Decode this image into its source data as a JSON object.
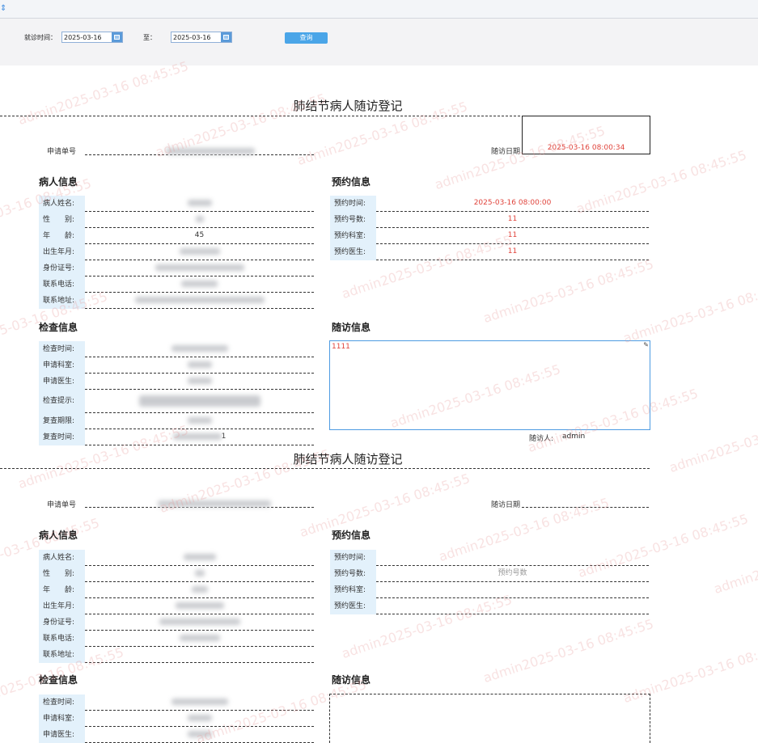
{
  "filter": {
    "from_label": "就诊时间：",
    "from_value": "2025-03-16",
    "to_label": "至：",
    "to_value": "2025-03-16",
    "query_label": "查询"
  },
  "watermark": "admin2025-03-16 08:45:55",
  "record1": {
    "title": "肺结节病人随访登记",
    "apply_no_label": "申请单号",
    "followup_date_label": "随访日期",
    "followup_date_value": "2025-03-16 08:00:34",
    "patient_head": "病人信息",
    "patient": [
      {
        "label": "病人姓名:",
        "value": ""
      },
      {
        "label": "性　　别:",
        "value": ""
      },
      {
        "label": "年　　龄:",
        "value": "45"
      },
      {
        "label": "出生年月:",
        "value": ""
      },
      {
        "label": "身份证号:",
        "value": ""
      },
      {
        "label": "联系电话:",
        "value": ""
      },
      {
        "label": "联系地址:",
        "value": ""
      }
    ],
    "appoint_head": "预约信息",
    "appoint": [
      {
        "label": "预约时间:",
        "value": "2025-03-16 08:00:00"
      },
      {
        "label": "预约号数:",
        "value": "11"
      },
      {
        "label": "预约科室:",
        "value": "11"
      },
      {
        "label": "预约医生:",
        "value": "11"
      }
    ],
    "exam_head": "检查信息",
    "exam": [
      {
        "label": "检查时间:",
        "value": ""
      },
      {
        "label": "申请科室:",
        "value": ""
      },
      {
        "label": "申请医生:",
        "value": ""
      },
      {
        "label": "检查提示:",
        "value": ""
      },
      {
        "label": "复查期限:",
        "value": ""
      },
      {
        "label": "复查时间:",
        "value": "1"
      }
    ],
    "followup_head": "随访信息",
    "followup_text": "1111",
    "followup_by_label": "随访人:",
    "followup_by_value": "admin"
  },
  "record2": {
    "title": "肺结节病人随访登记",
    "apply_no_label": "申请单号",
    "followup_date_label": "随访日期",
    "patient_head": "病人信息",
    "patient": [
      {
        "label": "病人姓名:",
        "value": ""
      },
      {
        "label": "性　　别:",
        "value": ""
      },
      {
        "label": "年　　龄:",
        "value": ""
      },
      {
        "label": "出生年月:",
        "value": ""
      },
      {
        "label": "身份证号:",
        "value": ""
      },
      {
        "label": "联系电话:",
        "value": ""
      },
      {
        "label": "联系地址:",
        "value": ""
      }
    ],
    "appoint_head": "预约信息",
    "appoint": [
      {
        "label": "预约时间:",
        "value": ""
      },
      {
        "label": "预约号数:",
        "value": "预约号数"
      },
      {
        "label": "预约科室:",
        "value": ""
      },
      {
        "label": "预约医生:",
        "value": ""
      }
    ],
    "exam_head": "检查信息",
    "exam": [
      {
        "label": "检查时间:",
        "value": ""
      },
      {
        "label": "申请科室:",
        "value": ""
      },
      {
        "label": "申请医生:",
        "value": ""
      }
    ],
    "followup_head": "随访信息"
  }
}
